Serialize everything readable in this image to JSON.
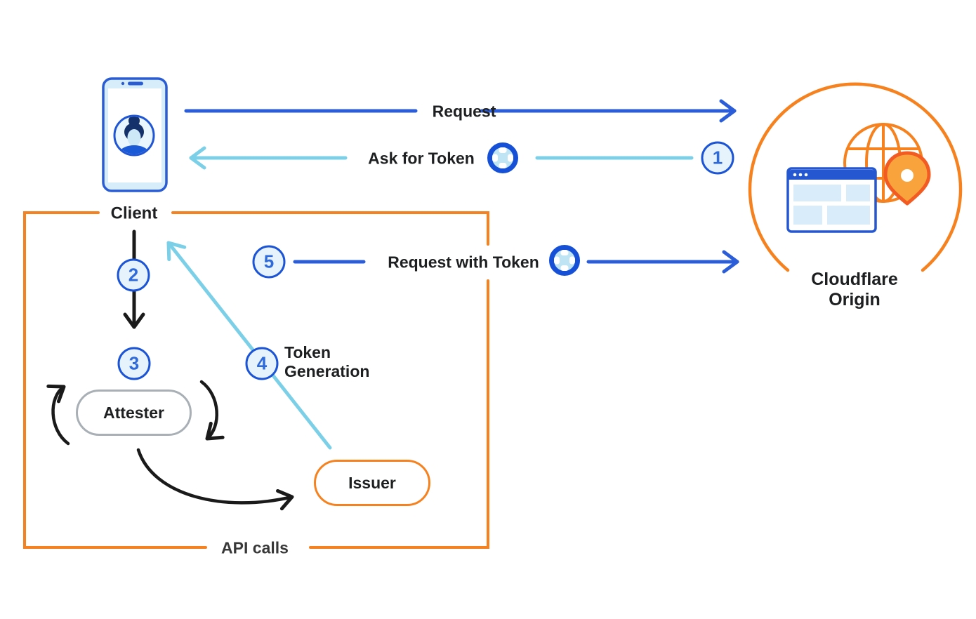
{
  "page": {
    "background": "#ffffff"
  },
  "nodes": {
    "client": {
      "label": "Client"
    },
    "origin": {
      "label": "Cloudflare Origin"
    },
    "attester": {
      "label": "Attester"
    },
    "issuer": {
      "label": "Issuer"
    }
  },
  "container_box": {
    "label": "API calls"
  },
  "flows": {
    "request": {
      "label": "Request"
    },
    "ask_for_token": {
      "label": "Ask for Token",
      "step": "1"
    },
    "attestation_request": {
      "step": "2"
    },
    "attestation": {
      "step": "3"
    },
    "token_generation": {
      "label": "Token Generation",
      "step": "4"
    },
    "request_with_token": {
      "label": "Request with Token",
      "step": "5"
    }
  },
  "icons": {
    "client_device": "smartphone-with-user-avatar",
    "token": "token-chip",
    "origin": "globe-browser-window-location-pin"
  },
  "colors": {
    "arrow_blue": "#2b5dd8",
    "arrow_cyan": "#7bd0e8",
    "cloudflare_orange": "#f6821f",
    "badge_fill": "#e7f3fc",
    "badge_border": "#1c54d6",
    "badge_text": "#2e6ad9",
    "text_dark": "#1d1f21",
    "attester_border": "#a8b0b6",
    "arrow_black": "#1a1a1a",
    "pin_stroke": "#f25c22",
    "pin_fill": "#f9a33c",
    "browser_blue": "#2457d0",
    "panel_light_blue": "#d9ecf9"
  }
}
